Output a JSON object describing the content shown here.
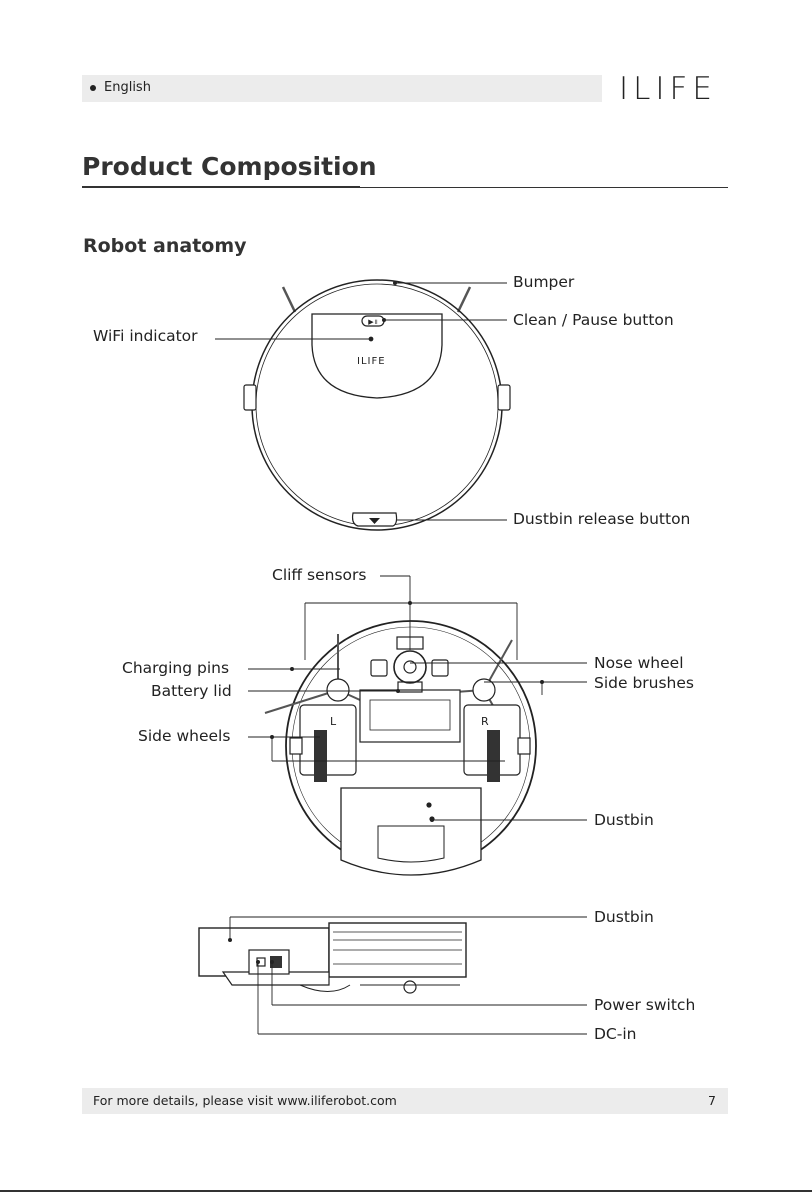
{
  "header": {
    "language": "English",
    "brand": "ILIFE"
  },
  "section_title": "Product Composition",
  "subtitle": "Robot anatomy",
  "top_view": {
    "robot_logo": "ILIFE",
    "labels": {
      "bumper": "Bumper",
      "clean_pause": "Clean / Pause button",
      "wifi": "WiFi indicator",
      "dustbin_release": "Dustbin release button"
    }
  },
  "bottom_view": {
    "wheel_left_mark": "L",
    "wheel_right_mark": "R",
    "labels": {
      "cliff_sensors": "Cliff sensors",
      "charging_pins": "Charging pins",
      "battery_lid": "Battery lid",
      "side_wheels": "Side wheels",
      "nose_wheel": "Nose wheel",
      "side_brushes": "Side brushes",
      "dustbin": "Dustbin"
    }
  },
  "side_view": {
    "labels": {
      "dustbin": "Dustbin",
      "power_switch": "Power switch",
      "dc_in": "DC-in"
    }
  },
  "footer": {
    "text": "For more details, please visit www.iliferobot.com",
    "page": "7"
  }
}
